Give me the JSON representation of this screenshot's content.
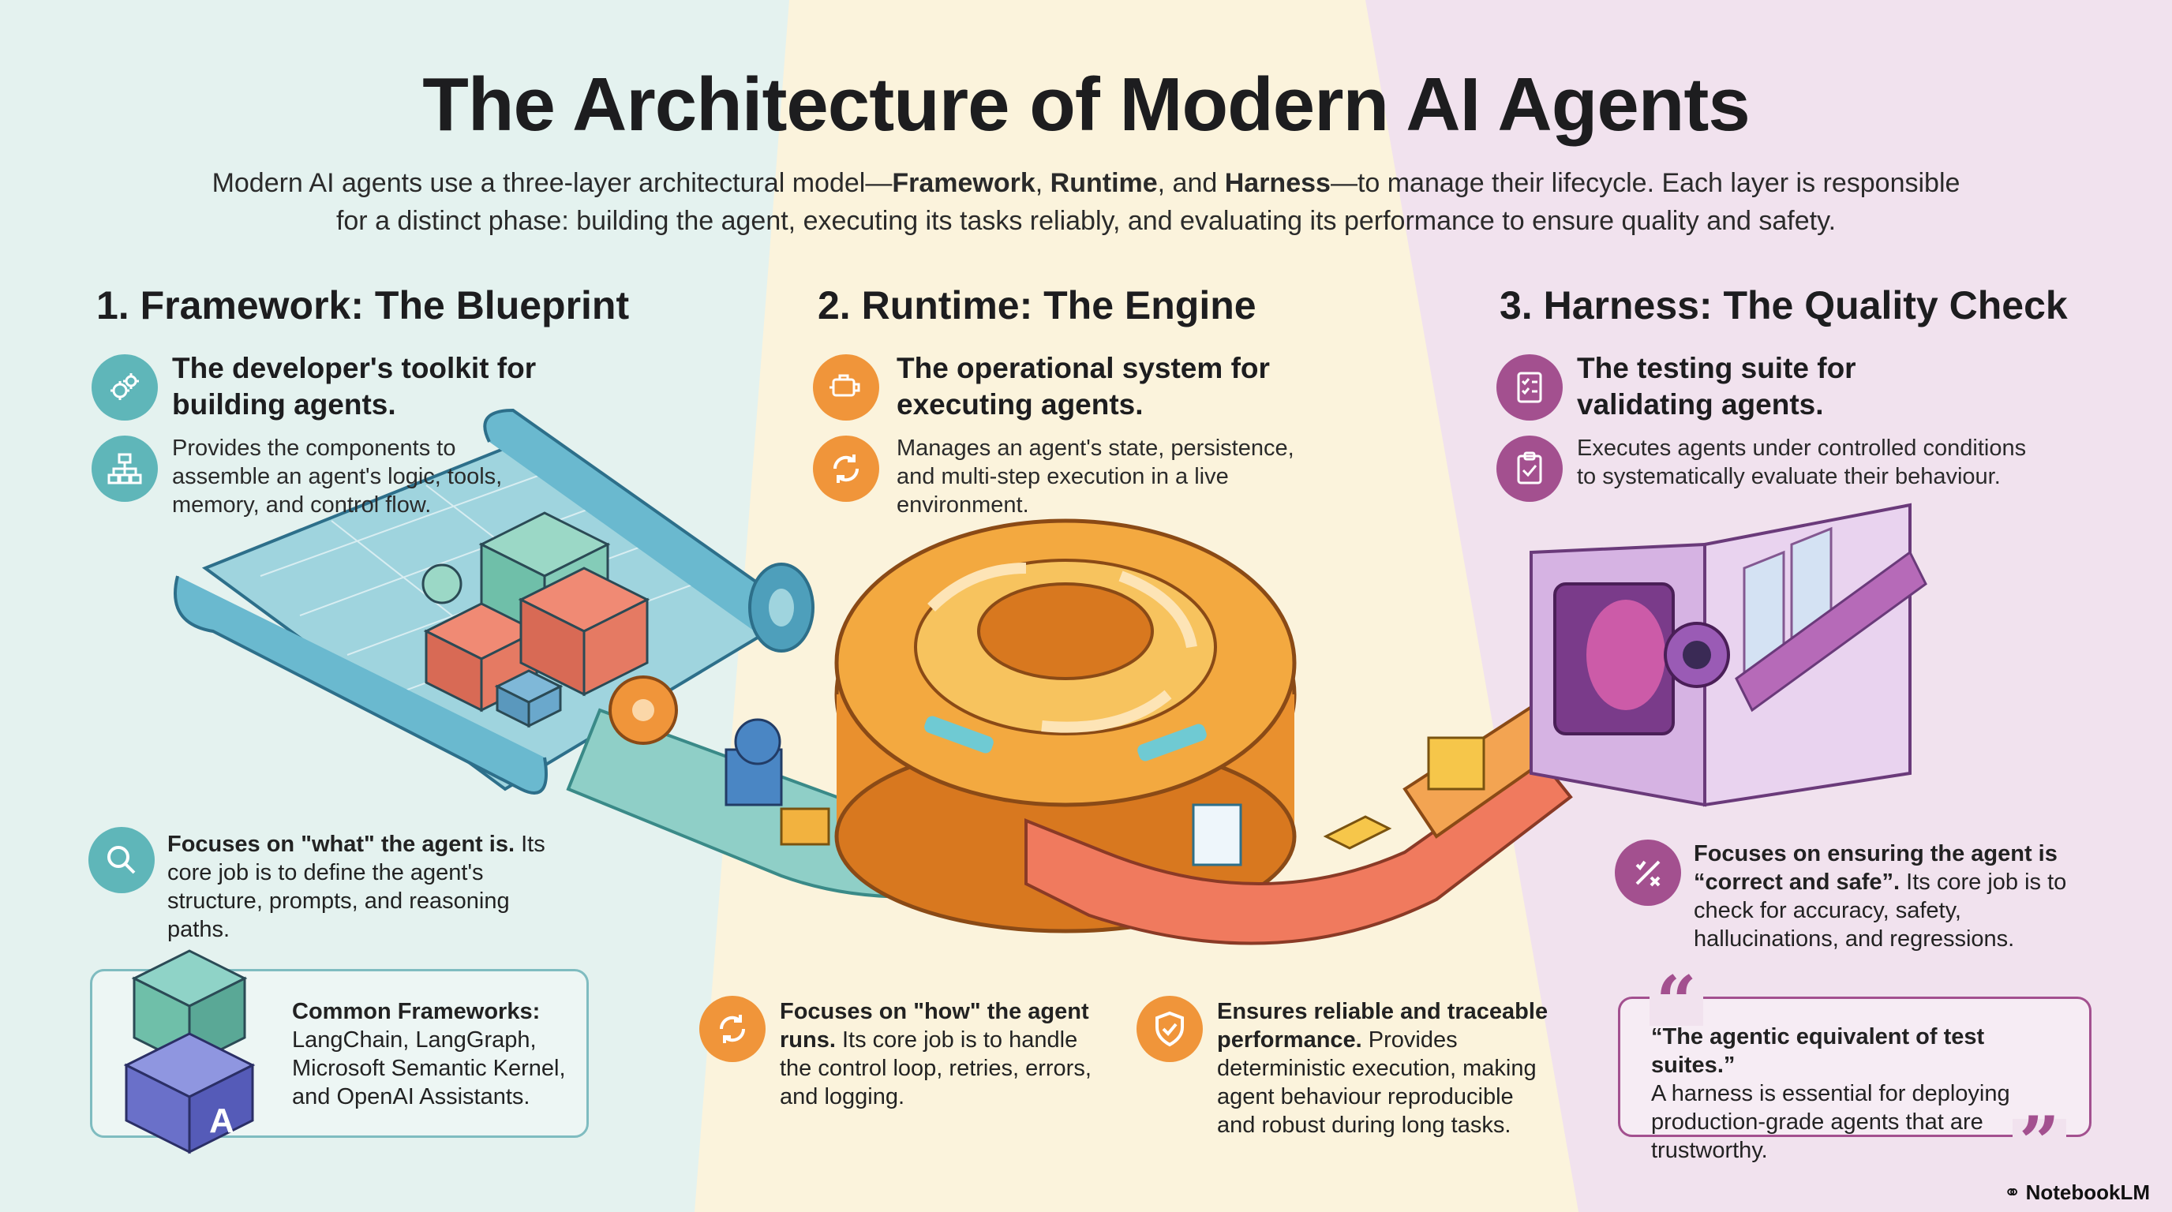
{
  "title": "The Architecture of Modern AI Agents",
  "subtitle": {
    "part1": "Modern AI agents use a three-layer architectural model—",
    "bold1": "Framework",
    "part2": ", ",
    "bold2": "Runtime",
    "part3": ", and ",
    "bold3": "Harness",
    "part4": "—to manage their lifecycle. Each layer is responsible for a distinct phase: building the agent, executing its tasks reliably, and evaluating its performance to ensure quality and safety."
  },
  "colors": {
    "teal": "#5fb6b9",
    "orange": "#f0953a",
    "purple": "#a3508f"
  },
  "framework": {
    "title": "1. Framework: The Blueprint",
    "headline": "The developer's toolkit for building agents.",
    "headline_icon": "gears-icon",
    "description": "Provides the components to assemble an agent's logic, tools, memory, and control flow.",
    "description_icon": "hierarchy-icon",
    "focus_bold": "Focuses on \"what\" the agent is.",
    "focus_text": "Its core job is to define the agent's structure, prompts, and reasoning paths.",
    "focus_icon": "magnifier-icon",
    "common_bold": "Common Frameworks:",
    "common_text": "LangChain, LangGraph, Microsoft Semantic Kernel, and OpenAI Assistants."
  },
  "runtime": {
    "title": "2. Runtime: The Engine",
    "headline": "The operational system for executing agents.",
    "headline_icon": "engine-icon",
    "description": "Manages an agent's state, persistence, and multi-step execution in a live environment.",
    "description_icon": "cycle-icon",
    "focus_bold": "Focuses on \"how\" the agent runs.",
    "focus_text": "Its core job is to handle the control loop, retries, errors, and logging.",
    "focus_icon": "refresh-icon",
    "reliable_bold": "Ensures reliable and traceable performance.",
    "reliable_text": "Provides deterministic execution, making agent behaviour reproducible and robust during long tasks.",
    "reliable_icon": "shield-check-icon"
  },
  "harness": {
    "title": "3. Harness: The Quality Check",
    "headline": "The testing suite for validating agents.",
    "headline_icon": "checklist-icon",
    "description": "Executes agents under controlled conditions to systematically evaluate their behaviour.",
    "description_icon": "clipboard-check-icon",
    "focus_bold": "Focuses on ensuring the agent is “correct and safe”.",
    "focus_text": "Its core job is to check for accuracy, safety, hallucinations, and regressions.",
    "focus_icon": "check-cross-icon",
    "quote_bold": "“The agentic equivalent of test suites.”",
    "quote_text": "A harness is essential for deploying production-grade agents that are trustworthy."
  },
  "brand": "NotebookLM"
}
